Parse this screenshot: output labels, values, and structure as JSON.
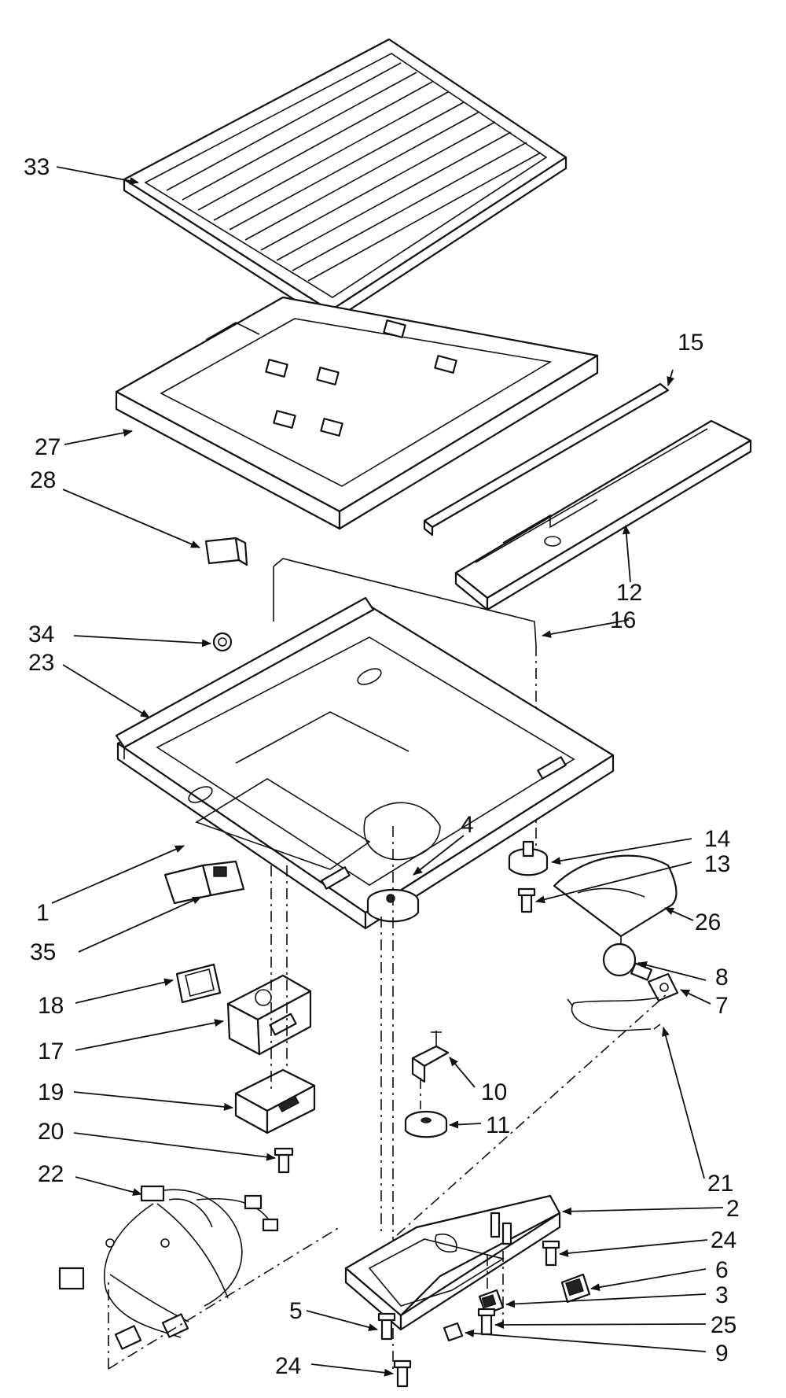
{
  "diagram": {
    "labels": {
      "p1": "1",
      "p2": "2",
      "p3": "3",
      "p4": "4",
      "p5": "5",
      "p6": "6",
      "p7": "7",
      "p8": "8",
      "p9": "9",
      "p10": "10",
      "p11": "11",
      "p12": "12",
      "p13": "13",
      "p14": "14",
      "p15": "15",
      "p16": "16",
      "p17": "17",
      "p18": "18",
      "p19": "19",
      "p20": "20",
      "p21": "21",
      "p22": "22",
      "p23": "23",
      "p24a": "24",
      "p24b": "24",
      "p25": "25",
      "p26": "26",
      "p27": "27",
      "p28": "28",
      "p33": "33",
      "p34": "34",
      "p35": "35"
    }
  }
}
